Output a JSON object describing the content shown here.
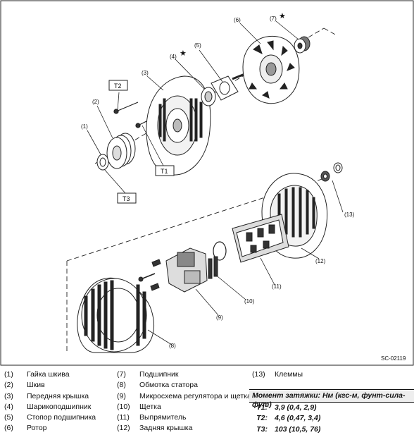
{
  "diagram": {
    "figure_code": "SC-02119",
    "callouts": [
      "(1)",
      "(2)",
      "(3)",
      "(4)",
      "(5)",
      "(6)",
      "(7)",
      "(8)",
      "(9)",
      "(10)",
      "(11)",
      "(12)",
      "(13)"
    ],
    "torque_tags": [
      "T1",
      "T2",
      "T3"
    ],
    "star_mark": "★"
  },
  "legend": {
    "col1": [
      {
        "num": "(1)",
        "label": "Гайка шкива"
      },
      {
        "num": "(2)",
        "label": "Шкив"
      },
      {
        "num": "(3)",
        "label": "Передняя крышка"
      },
      {
        "num": "(4)",
        "label": "Шарикоподшипник"
      },
      {
        "num": "(5)",
        "label": "Стопор подшипника"
      },
      {
        "num": "(6)",
        "label": "Ротор"
      }
    ],
    "col2": [
      {
        "num": "(7)",
        "label": "Подшипник"
      },
      {
        "num": "(8)",
        "label": "Обмотка статора"
      },
      {
        "num": "(9)",
        "label": "Микросхема регулятора и щетка"
      },
      {
        "num": "(10)",
        "label": "Щетка"
      },
      {
        "num": "(11)",
        "label": "Выпрямитель"
      },
      {
        "num": "(12)",
        "label": "Задняя крышка"
      }
    ],
    "col3": [
      {
        "num": "(13)",
        "label": "Клеммы"
      }
    ]
  },
  "torque": {
    "title": "Момент затяжки: Нм (кгс-м, фунт-сила-фут)",
    "rows": [
      {
        "key": "T1:",
        "value": "3,9 (0,4, 2,9)"
      },
      {
        "key": "T2:",
        "value": "4,6 (0,47, 3,4)"
      },
      {
        "key": "T3:",
        "value": "103 (10,5, 76)"
      }
    ]
  }
}
